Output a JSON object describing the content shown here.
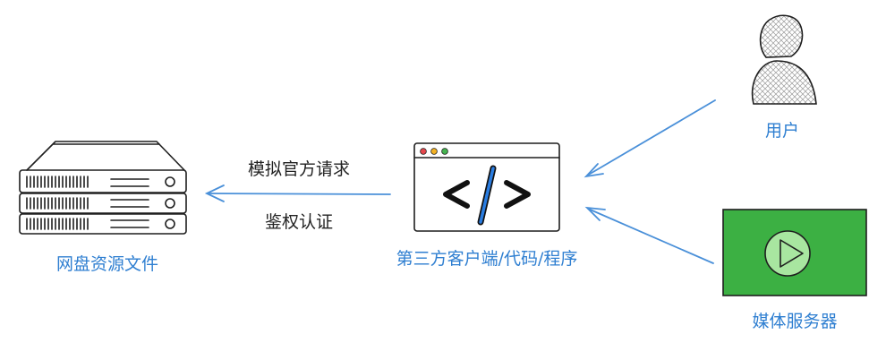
{
  "nodes": {
    "storage": {
      "label": "网盘资源文件"
    },
    "client": {
      "label": "第三方客户端/代码/程序",
      "code_glyph": "</>"
    },
    "user": {
      "label": "用户"
    },
    "media": {
      "label": "媒体服务器"
    }
  },
  "edges": {
    "client_to_storage": {
      "label_1": "模拟官方请求",
      "label_2": "鉴权认证"
    }
  },
  "colors": {
    "label_blue": "#2f7fd1",
    "arrow_blue": "#4a90d9",
    "media_green": "#3cb043",
    "play_circle_fill": "#a8e6a0",
    "code_slash_blue": "#2a7de1"
  },
  "icons": [
    "server-icon",
    "code-window-icon",
    "user-icon",
    "play-icon"
  ]
}
